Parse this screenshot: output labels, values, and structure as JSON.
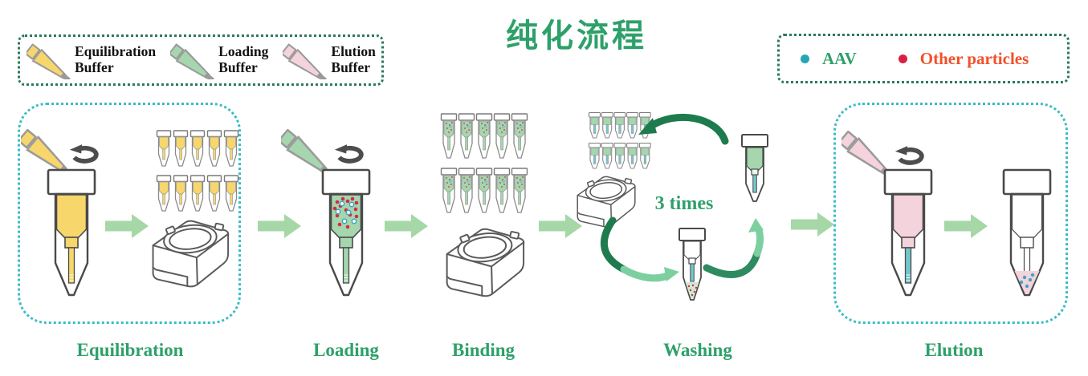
{
  "title": "纯化流程",
  "buffer_legend": {
    "items": [
      {
        "name": "equilibration-buffer",
        "label_line1": "Equilibration",
        "label_line2": "Buffer",
        "color": "#F7D66B"
      },
      {
        "name": "loading-buffer",
        "label_line1": "Loading",
        "label_line2": "Buffer",
        "color": "#A5D6AE"
      },
      {
        "name": "elution-buffer",
        "label_line1": "Elution",
        "label_line2": "Buffer",
        "color": "#F5D3DC"
      }
    ]
  },
  "particle_legend": {
    "items": [
      {
        "name": "aav",
        "label": "AAV",
        "dot_color": "#23A7B5",
        "text_color": "#2EA06A"
      },
      {
        "name": "other-particles",
        "label": "Other particles",
        "dot_color": "#DC1E44",
        "text_color": "#F2502B"
      }
    ]
  },
  "stages": [
    {
      "label": "Equilibration",
      "boxed": true,
      "tube_count": 10
    },
    {
      "label": "Loading",
      "boxed": false
    },
    {
      "label": "Binding",
      "boxed": false,
      "tube_count": 10
    },
    {
      "label": "Washing",
      "boxed": false,
      "cycle_label": "3 times",
      "tube_count": 10
    },
    {
      "label": "Elution",
      "boxed": true
    }
  ],
  "colors": {
    "title_green": "#2EA06A",
    "stage_box_border": "#3ABCC6",
    "legend_border": "#2B7A5B",
    "flow_arrow": "#A6D7A6",
    "cycle_arrow_dark": "#1E7B4E",
    "cycle_arrow_light": "#7DCFA0",
    "equilibration_yellow": "#F7D66B",
    "loading_green": "#A5D6AE",
    "elution_pink": "#F5D3DC",
    "column_stem_teal": "#72C7CC",
    "aav_dot": "#23A7B5",
    "red_particle": "#D62B47",
    "outline": "#4A4A4A"
  },
  "icons": [
    "pipette-tip-icon",
    "rotate-icon",
    "spin-column-icon",
    "collection-tube-icon",
    "centrifuge-icon",
    "flow-arrow-icon",
    "cycle-arrow-icon"
  ]
}
